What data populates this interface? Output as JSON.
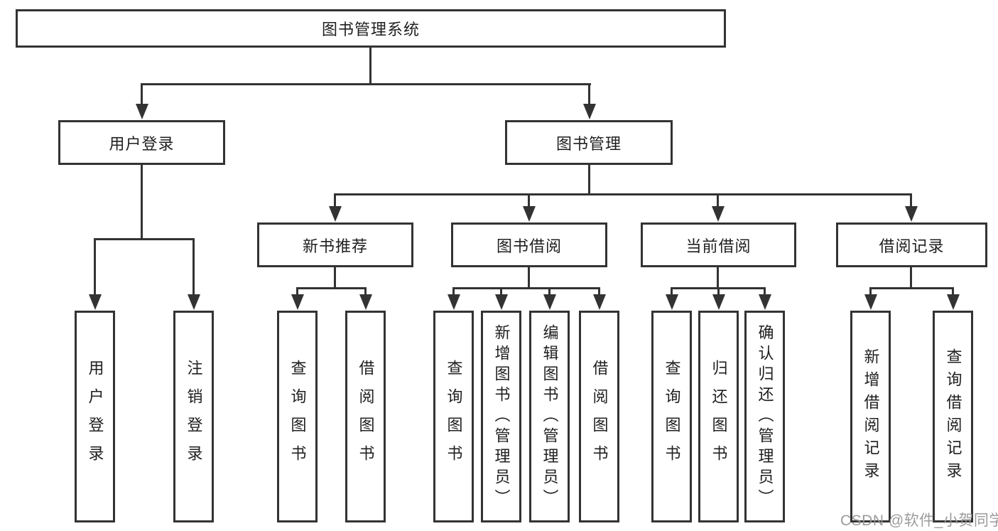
{
  "tree": {
    "root": "图书管理系统",
    "branches": [
      {
        "label": "用户登录",
        "leaves": [
          "用户登录",
          "注销登录"
        ]
      },
      {
        "label": "图书管理",
        "sections": [
          {
            "label": "新书推荐",
            "leaves": [
              "查询图书",
              "借阅图书"
            ]
          },
          {
            "label": "图书借阅",
            "leaves": [
              "查询图书",
              "新增图书（管理员）",
              "编辑图书（管理员）",
              "借阅图书"
            ]
          },
          {
            "label": "当前借阅",
            "leaves": [
              "查询图书",
              "归还图书",
              "确认归还（管理员）"
            ]
          },
          {
            "label": "借阅记录",
            "leaves": [
              "新增借阅记录",
              "查询借阅记录"
            ]
          }
        ]
      }
    ]
  },
  "watermark": {
    "text": "CSDN @软件_小贺同学"
  },
  "colors": {
    "line": "#333333",
    "text": "#1f1f1f",
    "watermark": "#969696",
    "background": "#ffffff"
  }
}
